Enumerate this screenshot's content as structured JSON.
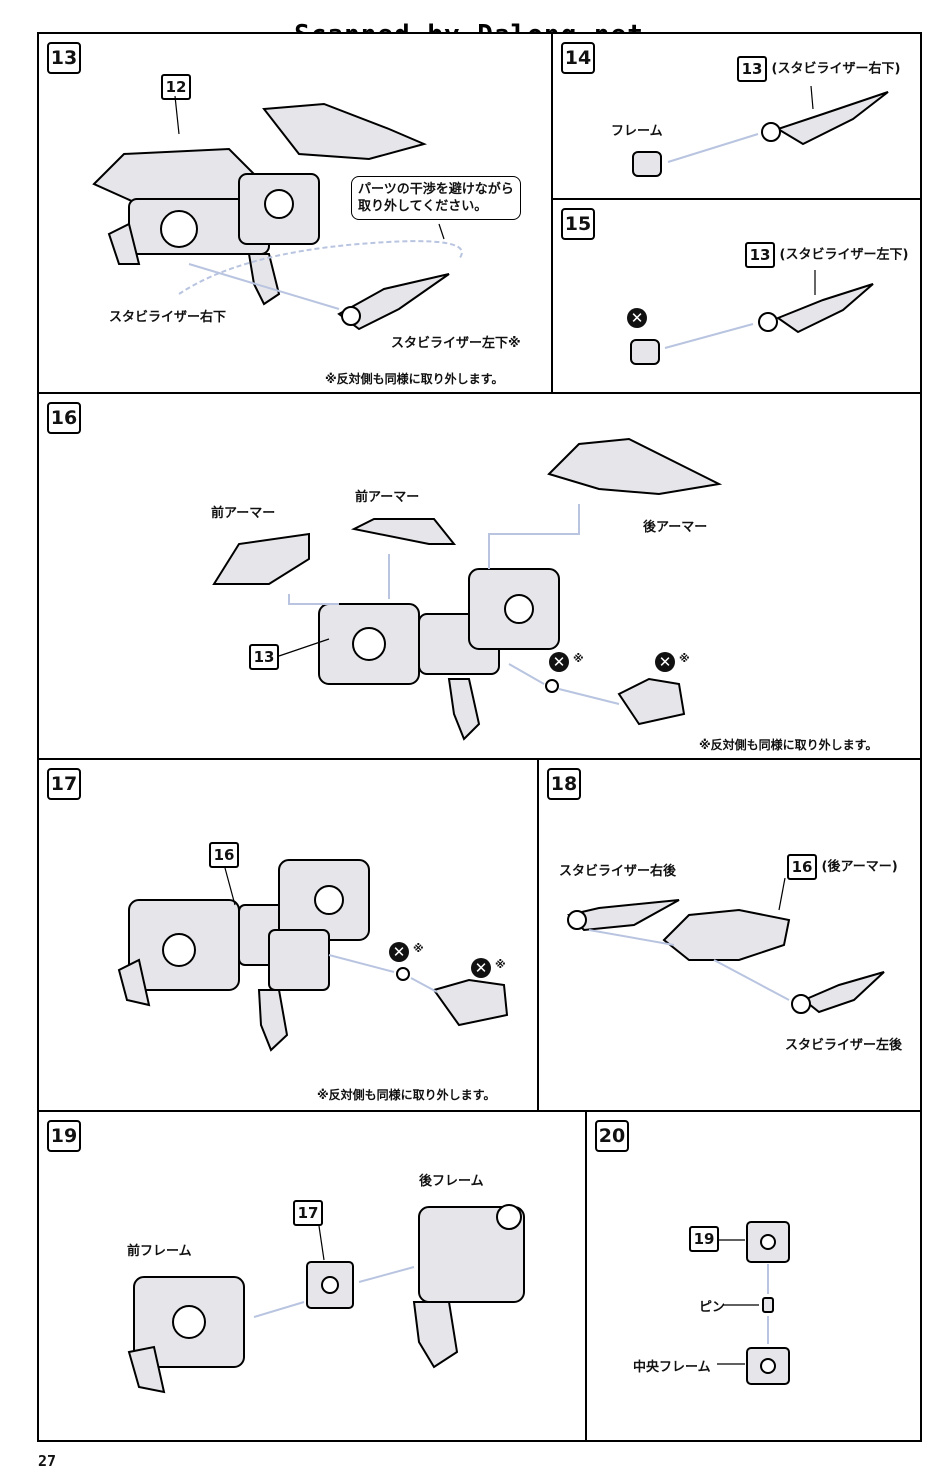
{
  "watermark": "Scanned by Dalong.net",
  "page_number": "27",
  "reverse_note": "※反対側も同様に取り外します。",
  "steps": {
    "s13": {
      "number": "13",
      "ref": "12",
      "bubble_line1": "パーツの干渉を避けながら",
      "bubble_line2": "取り外してください。",
      "label_right_lower": "スタビライザー右下",
      "label_left_lower": "スタビライザー左下※"
    },
    "s14": {
      "number": "14",
      "ref": "13",
      "ref_label": "(スタビライザー右下)",
      "frame_label": "フレーム"
    },
    "s15": {
      "number": "15",
      "ref": "13",
      "ref_label": "(スタビライザー左下)"
    },
    "s16": {
      "number": "16",
      "ref": "13",
      "front_armor_1": "前アーマー",
      "front_armor_2": "前アーマー",
      "rear_armor": "後アーマー",
      "star": "※"
    },
    "s17": {
      "number": "17",
      "ref": "16",
      "star": "※"
    },
    "s18": {
      "number": "18",
      "ref": "16",
      "ref_label": "(後アーマー)",
      "stab_right_rear": "スタビライザー右後",
      "stab_left_rear": "スタビライザー左後"
    },
    "s19": {
      "number": "19",
      "ref": "17",
      "front_frame": "前フレーム",
      "rear_frame": "後フレーム"
    },
    "s20": {
      "number": "20",
      "ref": "19",
      "pin": "ピン",
      "center_frame": "中央フレーム"
    }
  },
  "icons": {
    "remove_mark": "x-circle-icon",
    "arrow": "arrow-line"
  },
  "colors": {
    "line": "#000000",
    "arrow": "#b8c4e0",
    "part_fill": "#d8d8dc"
  }
}
